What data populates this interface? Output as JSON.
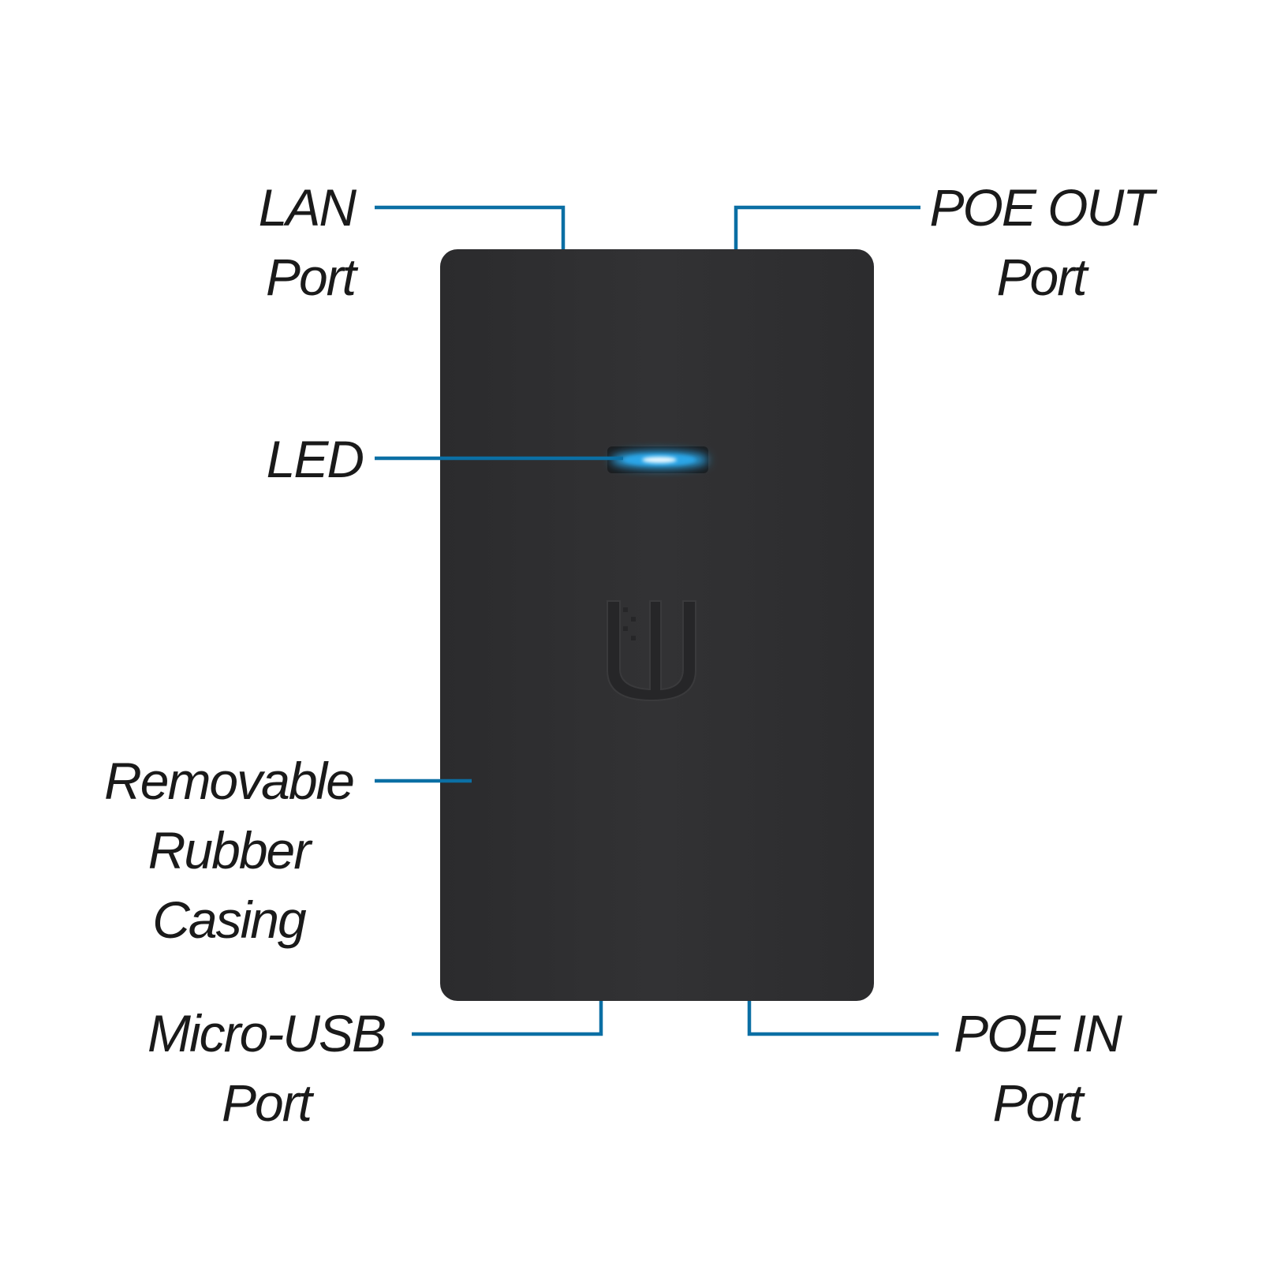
{
  "colors": {
    "callout_line": "#0b6fa4",
    "device_body": "#2f2f31",
    "led_glow": "#2aa6e8",
    "led_core": "#e8f8ff",
    "logo_mark": "#262628",
    "label_text": "#1a1a1a"
  },
  "device": {
    "name": "poe-adapter",
    "logo_icon": "ubiquiti-u-logo-icon"
  },
  "callouts": {
    "lan_port": {
      "line1": "LAN",
      "line2": "Port"
    },
    "poe_out_port": {
      "line1": "POE OUT",
      "line2": "Port"
    },
    "led": {
      "line1": "LED"
    },
    "casing": {
      "line1": "Removable",
      "line2": "Rubber",
      "line3": "Casing"
    },
    "micro_usb_port": {
      "line1": "Micro-USB",
      "line2": "Port"
    },
    "poe_in_port": {
      "line1": "POE IN",
      "line2": "Port"
    }
  }
}
